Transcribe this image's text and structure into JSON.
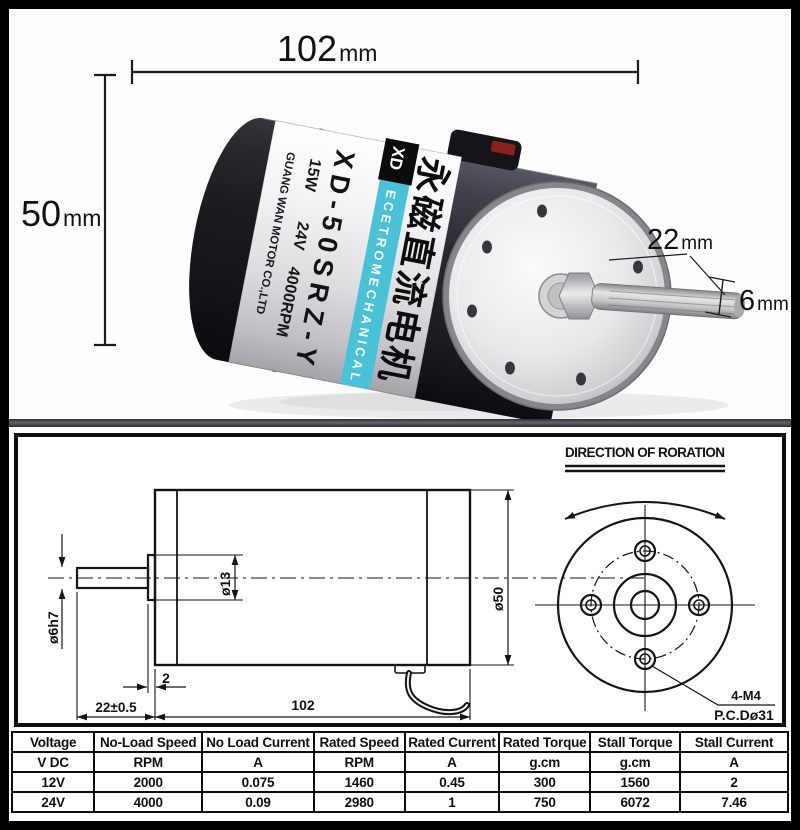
{
  "photo": {
    "dims": {
      "length": {
        "value": "102",
        "unit": "mm"
      },
      "diameter": {
        "value": "50",
        "unit": "mm"
      },
      "shaft_length": {
        "value": "22",
        "unit": "mm"
      },
      "shaft_diameter": {
        "value": "6",
        "unit": "mm"
      }
    },
    "label": {
      "badge": "XD",
      "product_cn": "永磁直流电机",
      "model": "XD-50SRZ-Y",
      "power": "15W",
      "voltage": "24V",
      "speed": "4000RPM",
      "company": "GUANG WAN MOTOR CO.,LTD",
      "strip": "ECETROMECHANICAL"
    },
    "colors": {
      "strip": "#49c2d8",
      "body": "#23232a",
      "face": "#d9dadc"
    }
  },
  "drawing": {
    "title": "DIRECTION OF RORATION",
    "labels": {
      "shaft_dia": "ø6h7",
      "boss_dia": "ø13",
      "body_dia": "ø50",
      "boss_len": "2",
      "body_len": "102",
      "shaft_len": "22±0.5",
      "mount_holes": "4-M4",
      "pitch_circle": "P.C.Dø31"
    }
  },
  "table": {
    "headers": [
      "Voltage",
      "No-Load Speed",
      "No Load Current",
      "Rated Speed",
      "Rated Current",
      "Rated Torque",
      "Stall Torque",
      "Stall Current"
    ],
    "units": [
      "V DC",
      "RPM",
      "A",
      "RPM",
      "A",
      "g.cm",
      "g.cm",
      "A"
    ],
    "rows": [
      {
        "cells": [
          "12V",
          "2000",
          "0.075",
          "1460",
          "0.45",
          "300",
          "1560",
          "2"
        ]
      },
      {
        "cells": [
          "24V",
          "4000",
          "0.09",
          "2980",
          "1",
          "750",
          "6072",
          "7.46"
        ]
      }
    ]
  }
}
